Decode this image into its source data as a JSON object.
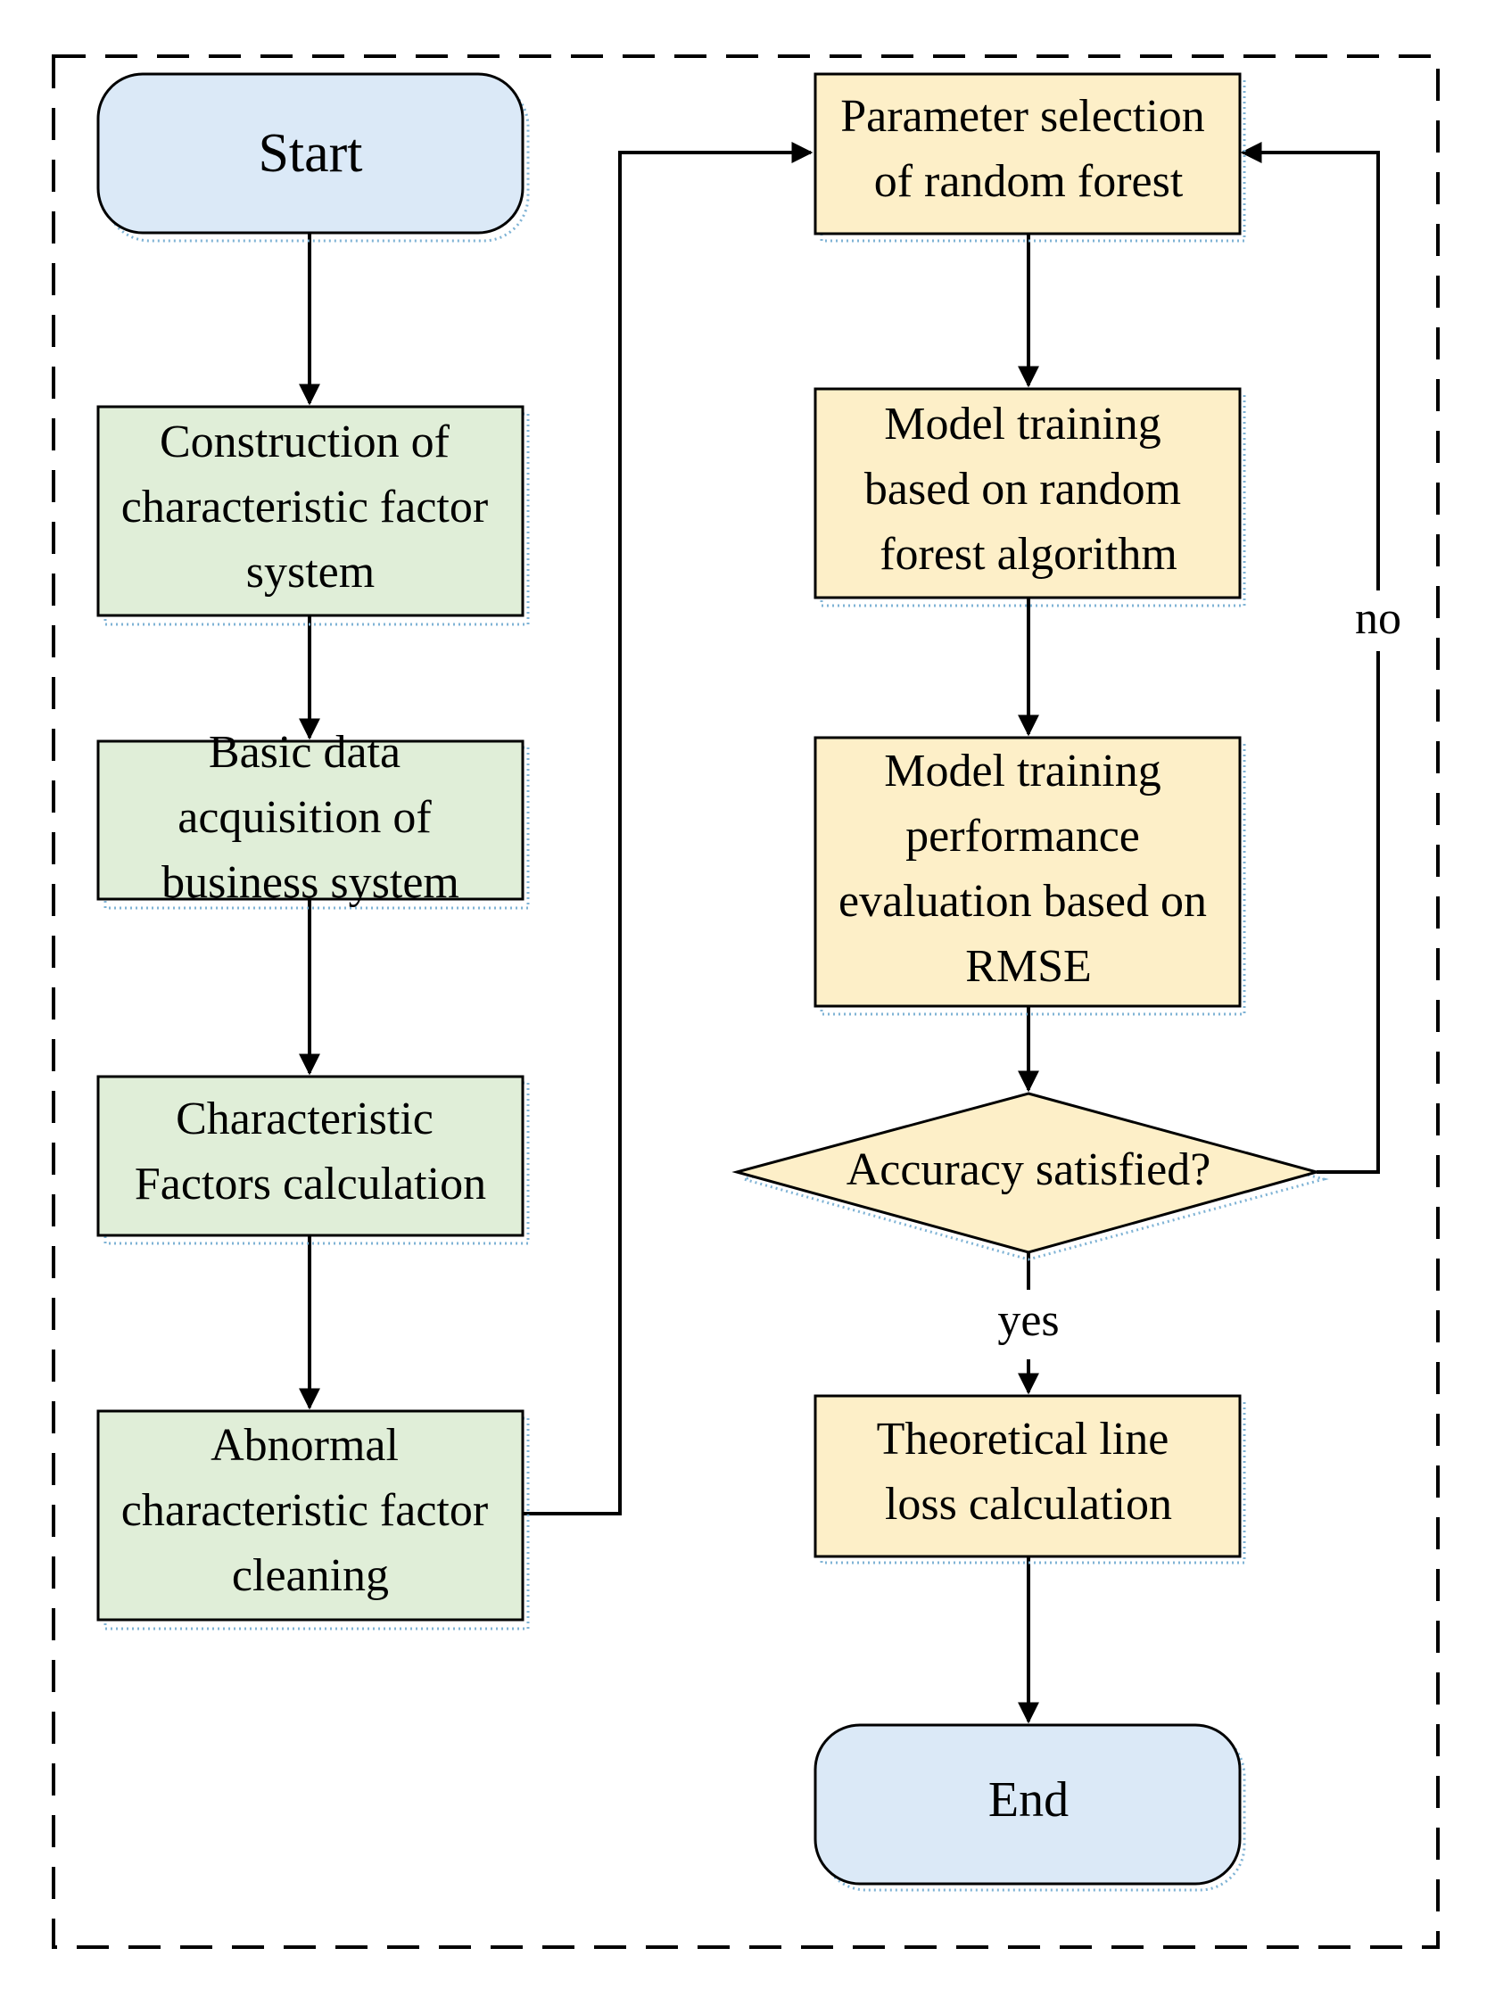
{
  "colors": {
    "terminal": "#dbe9f7",
    "process_left": "#e0eed8",
    "process_right": "#fdefc8",
    "decision": "#fdefc8",
    "line": "#000000"
  },
  "nodes": {
    "start": {
      "lines": [
        "Start"
      ]
    },
    "construction": {
      "lines": [
        "Construction of",
        "characteristic factor",
        "system"
      ]
    },
    "acquisition": {
      "lines": [
        "Basic data",
        "acquisition of",
        "business system"
      ]
    },
    "calculation": {
      "lines": [
        "Characteristic",
        "Factors calculation"
      ]
    },
    "cleaning": {
      "lines": [
        "Abnormal",
        "characteristic factor",
        "cleaning"
      ]
    },
    "param_selection": {
      "lines": [
        "Parameter selection",
        "of random forest"
      ]
    },
    "model_training": {
      "lines": [
        "Model training",
        "based on random",
        "forest algorithm"
      ]
    },
    "evaluation": {
      "lines": [
        "Model training",
        "performance",
        "evaluation based on",
        "RMSE"
      ]
    },
    "decision": {
      "lines": [
        "Accuracy satisfied?"
      ]
    },
    "theoretical": {
      "lines": [
        "Theoretical line",
        "loss calculation"
      ]
    },
    "end": {
      "lines": [
        "End"
      ]
    }
  },
  "edge_labels": {
    "no": "no",
    "yes": "yes"
  }
}
